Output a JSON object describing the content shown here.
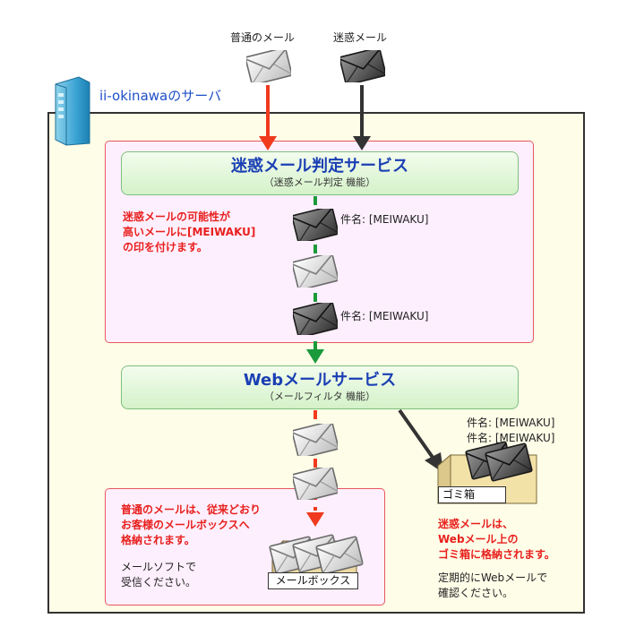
{
  "top_labels": {
    "normal_mail": "普通のメール",
    "spam_mail": "迷惑メール"
  },
  "server": {
    "title": "ii-okinawaのサーバ"
  },
  "spam_service": {
    "title": "迷惑メール判定サービス",
    "subtitle": "（迷惑メール判定 機能）",
    "note": [
      "迷惑メールの可能性が",
      "高いメールに[MEIWAKU]",
      "の印を付けます。"
    ],
    "tag1": "件名: [MEIWAKU]",
    "tag2": "件名: [MEIWAKU]"
  },
  "web_service": {
    "title": "Webメールサービス",
    "subtitle": "（メールフィルタ 機能）"
  },
  "normal_section": {
    "note_red": [
      "普通のメールは、従来どおり",
      "お客様のメールボックスへ",
      "格納されます。"
    ],
    "note_plain": [
      "メールソフトで",
      "受信ください。"
    ],
    "mailbox_label": "メールボックス"
  },
  "trash_section": {
    "tag1": "件名: [MEIWAKU]",
    "tag2": "件名: [MEIWAKU]",
    "label": "ゴミ箱",
    "note_red": [
      "迷惑メールは、",
      "Webメール上の",
      "ゴミ箱に格納されます。"
    ],
    "note_plain": [
      "定期的にWebメールで",
      "確認ください。"
    ]
  },
  "colors": {
    "red_arrow": "#f03a1e",
    "dark_arrow": "#333333",
    "green_arrow": "#1a9a3a",
    "title_blue": "#1a3fb4",
    "note_red": "#e8201e"
  }
}
